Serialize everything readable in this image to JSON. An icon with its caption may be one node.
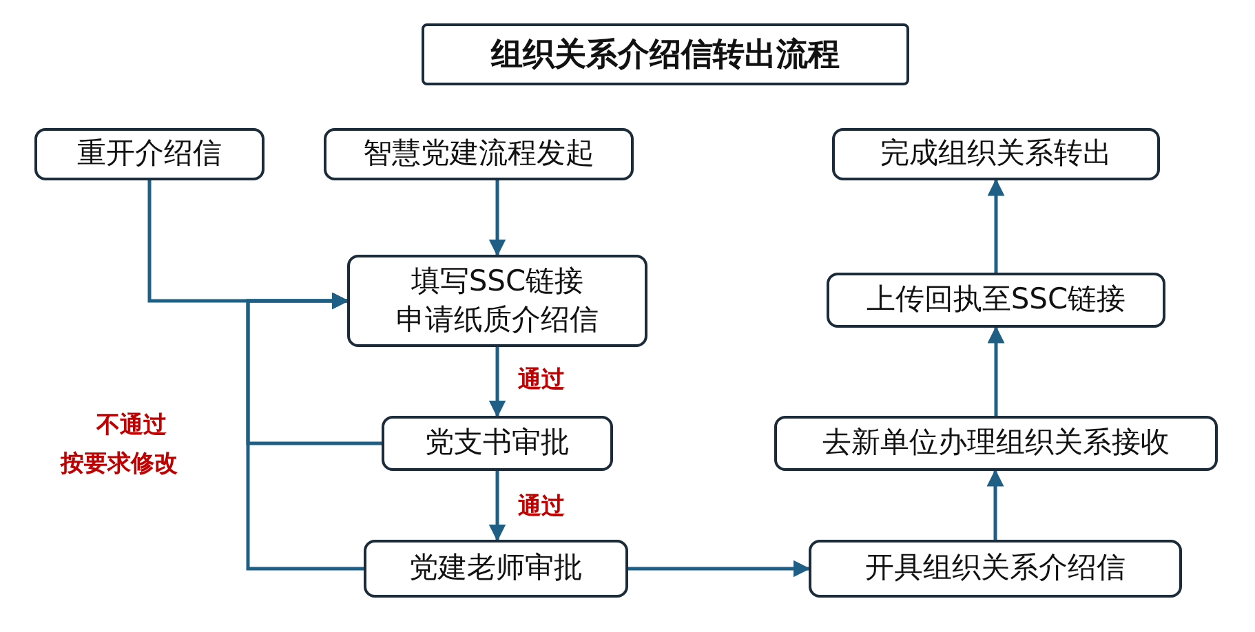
{
  "diagram": {
    "nodes": [
      {
        "text": [
          "组织关系介绍信转出流程"
        ]
      },
      {
        "text": [
          "重开介绍信"
        ]
      },
      {
        "text": [
          "智慧党建流程发起"
        ]
      },
      {
        "text": [
          "完成组织关系转出"
        ]
      },
      {
        "text": [
          "填写SSC链接",
          "申请纸质介绍信"
        ]
      },
      {
        "text": [
          "上传回执至SSC链接"
        ]
      },
      {
        "text": [
          "党支书审批"
        ]
      },
      {
        "text": [
          "去新单位办理组织关系接收"
        ]
      },
      {
        "text": [
          "党建老师审批"
        ]
      },
      {
        "text": [
          "开具组织关系介绍信"
        ]
      }
    ],
    "edges": [
      {
        "from": 1,
        "to": 4,
        "arrow": "to"
      },
      {
        "from": 2,
        "to": 4,
        "arrow": "to"
      },
      {
        "from": 4,
        "to": 6,
        "arrow": "to",
        "label": "通过"
      },
      {
        "from": 6,
        "to": 8,
        "arrow": "to",
        "label": "通过"
      },
      {
        "from": 6,
        "to": 4,
        "arrow": "to"
      },
      {
        "from": 8,
        "to": 4,
        "arrow": "to"
      },
      {
        "from": 8,
        "to": 9,
        "arrow": "to"
      },
      {
        "from": 9,
        "to": 7,
        "arrow": "to"
      },
      {
        "from": 7,
        "to": 5,
        "arrow": "to"
      },
      {
        "from": 5,
        "to": 3,
        "arrow": "to"
      }
    ],
    "labels": [
      "不通过",
      "按要求修改"
    ]
  }
}
